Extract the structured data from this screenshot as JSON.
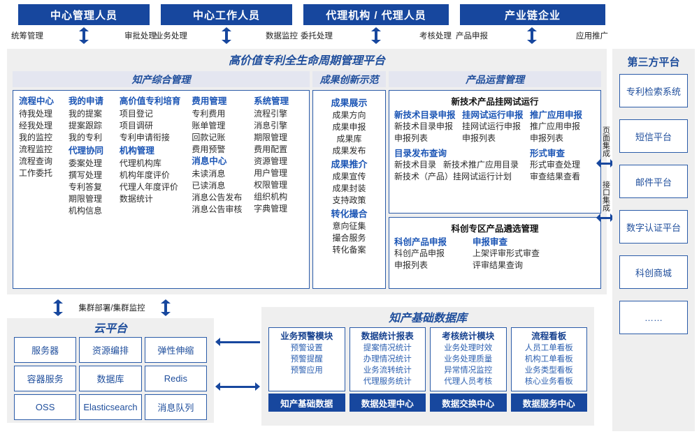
{
  "actors": [
    {
      "title": "中心管理人员",
      "left": "统筹管理",
      "right": "审批处理"
    },
    {
      "title": "中心工作人员",
      "left": "业务处理",
      "right": "数据监控"
    },
    {
      "title": "代理机构 / 代理人员",
      "left": "委托处理",
      "right": "考核处理"
    },
    {
      "title": "产业链企业",
      "left": "产品申报",
      "right": "应用推广"
    }
  ],
  "platform": {
    "title": "高价值专利全生命周期管理平台",
    "col_a": {
      "band": "知产综合管理",
      "subcols": [
        {
          "groups": [
            {
              "head": "流程中心",
              "items": [
                "待我处理",
                "经我处理",
                "我的监控",
                "流程监控",
                "流程查询",
                "工作委托"
              ]
            }
          ]
        },
        {
          "groups": [
            {
              "head": "我的申请",
              "items": [
                "我的提案",
                "提案跟踪",
                "我的专利"
              ]
            },
            {
              "head": "代理协同",
              "items": [
                "委案处理",
                "撰写处理",
                "专利答复",
                "期限管理",
                "机构信息"
              ]
            }
          ]
        },
        {
          "groups": [
            {
              "head": "高价值专利培育",
              "items": [
                "项目登记",
                "项目调研",
                "专利申请衔接"
              ]
            },
            {
              "head": "机构管理",
              "items": [
                "代理机构库",
                "机构年度评价",
                "代理人年度评价",
                "数据统计"
              ]
            }
          ]
        },
        {
          "groups": [
            {
              "head": "费用管理",
              "items": [
                "专利费用",
                "账单管理",
                "回款记账",
                "费用预警"
              ]
            },
            {
              "head": "消息中心",
              "items": [
                "未读消息",
                "已读消息",
                "消息公告发布",
                "消息公告审核"
              ]
            }
          ]
        },
        {
          "groups": [
            {
              "head": "系统管理",
              "items": [
                "流程引擎",
                "消息引擎",
                "期限管理",
                "费用配置",
                "资源管理",
                "用户管理",
                "权限管理",
                "组织机构",
                "字典管理"
              ]
            }
          ]
        }
      ]
    },
    "col_b": {
      "band": "成果创新示范",
      "groups": [
        {
          "head": "成果展示",
          "items": [
            "成果方向",
            "成果申报",
            "成果库",
            "成果发布"
          ]
        },
        {
          "head": "成果推介",
          "items": [
            "成果宣传",
            "成果封装",
            "支持政策"
          ]
        },
        {
          "head": "转化撮合",
          "items": [
            "意向征集",
            "撮合服务",
            "转化备案"
          ]
        }
      ]
    },
    "col_c": {
      "band": "产品运营管理",
      "panel1": {
        "title": "新技术产品挂网试运行",
        "row1": [
          {
            "head": "新技术目录申报",
            "items": [
              "新技术目录申报",
              "申报列表"
            ]
          },
          {
            "head": "挂网试运行申报",
            "items": [
              "挂网试运行申报",
              "申报列表"
            ]
          },
          {
            "head": "推广应用申报",
            "items": [
              "推广应用申报",
              "申报列表"
            ]
          }
        ],
        "row2_left_head": "目录发布查询",
        "row2_left_items": [
          "新技术目录",
          "新技术推广应用目录",
          "新技术（产品）挂网试运行计划"
        ],
        "row2_right_head": "形式审查",
        "row2_right_items": [
          "形式审查处理",
          "审查结果查看"
        ]
      },
      "panel2": {
        "title": "科创专区产品遴选管理",
        "cols": [
          {
            "head": "科创产品申报",
            "items": [
              "科创产品申报",
              "申报列表"
            ]
          },
          {
            "head": "申报审查",
            "items": [
              "上架评审形式审查",
              "评审结果查询"
            ]
          }
        ]
      }
    }
  },
  "integration": [
    {
      "label": "页面集成"
    },
    {
      "label": "接口集成"
    }
  ],
  "third_party": {
    "title": "第三方平台",
    "items": [
      "专利检索系统",
      "短信平台",
      "邮件平台",
      "数字认证平台",
      "科创商城",
      "……"
    ]
  },
  "cluster": {
    "label": "集群部署/集群监控"
  },
  "cloud": {
    "title": "云平台",
    "cells": [
      "服务器",
      "资源编排",
      "弹性伸缩",
      "容器服务",
      "数据库",
      "Redis",
      "OSS",
      "Elasticsearch",
      "消息队列"
    ]
  },
  "database": {
    "title": "知产基础数据库",
    "columns": [
      {
        "head": "业务预警模块",
        "items": [
          "预警设置",
          "预警提醒",
          "预警应用"
        ],
        "foot": "知产基础数据"
      },
      {
        "head": "数据统计报表",
        "items": [
          "提案情况统计",
          "办理情况统计",
          "业务流转统计",
          "代理服务统计"
        ],
        "foot": "数据处理中心"
      },
      {
        "head": "考核统计模块",
        "items": [
          "业务处理时效",
          "业务处理质量",
          "异常情况监控",
          "代理人员考核"
        ],
        "foot": "数据交换中心"
      },
      {
        "head": "流程看板",
        "items": [
          "人员工单看板",
          "机构工单看板",
          "业务类型看板",
          "核心业务看板"
        ],
        "foot": "数据服务中心"
      }
    ]
  },
  "colors": {
    "navy": "#17479e",
    "blue_text": "#1f4e9c",
    "band_bg": "#e4e6f0",
    "panel_bg": "#efefef",
    "box_border": "#2a5ba8"
  }
}
